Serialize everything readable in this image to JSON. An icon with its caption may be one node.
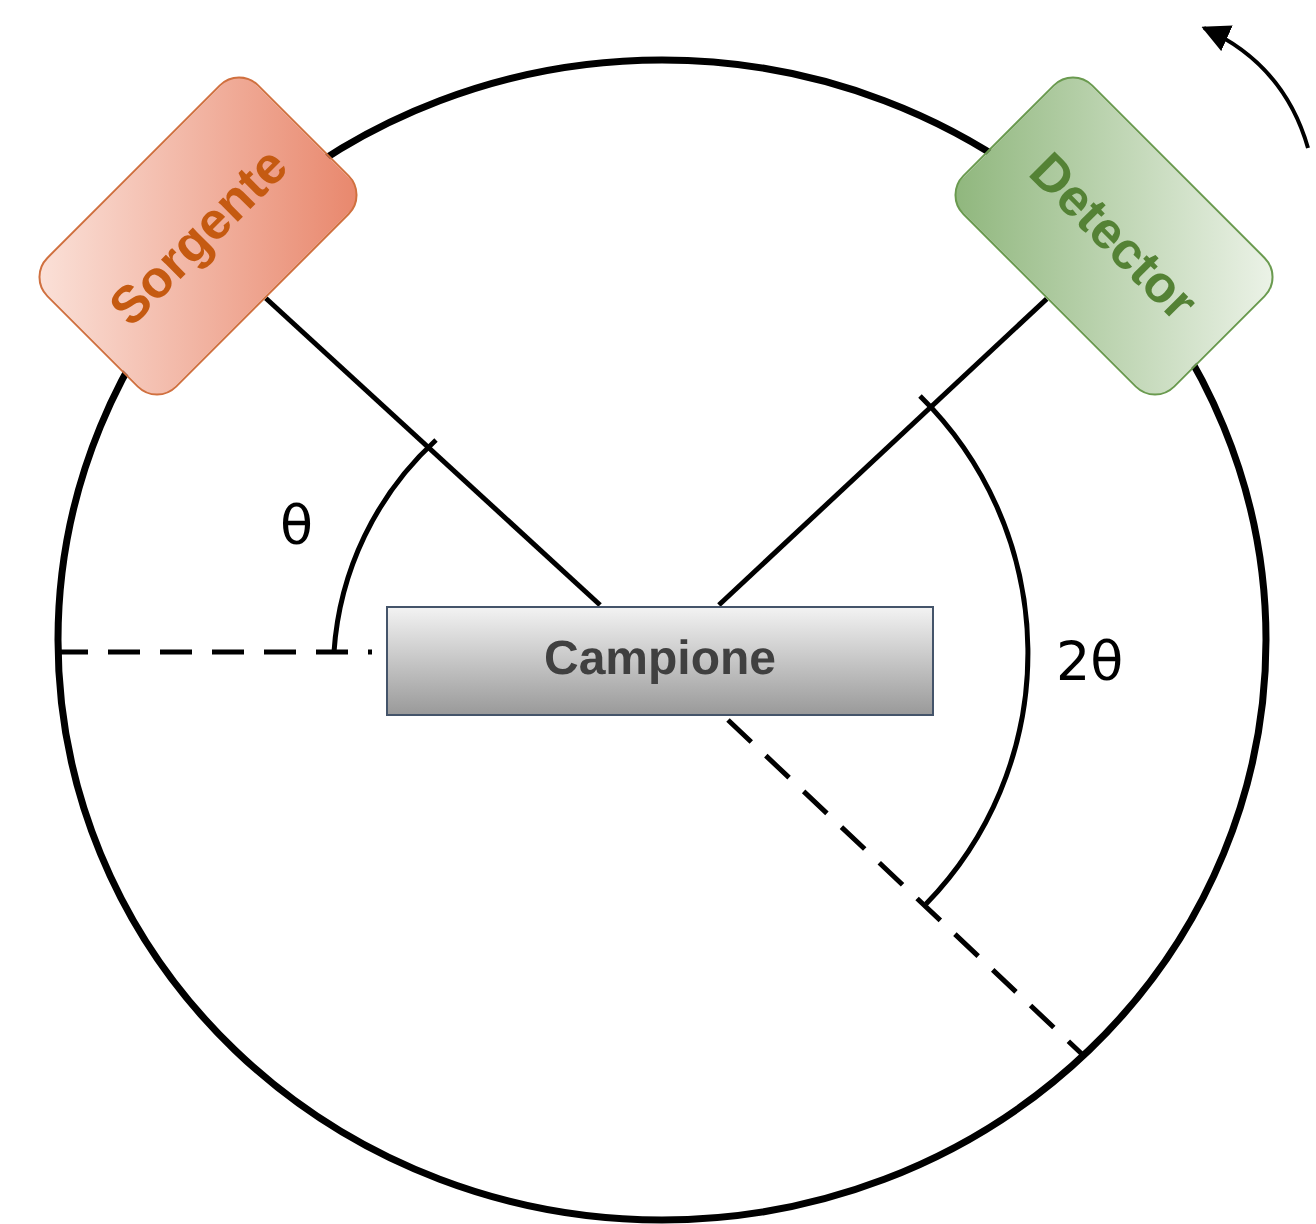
{
  "diagram": {
    "nodes": [
      {
        "text": [
          "Sorgente"
        ]
      },
      {
        "text": [
          "Detector"
        ]
      },
      {
        "text": [
          "Campione"
        ]
      }
    ],
    "edges": [
      {
        "from": 0,
        "to": 2,
        "arrow": "none"
      },
      {
        "from": 1,
        "to": 2,
        "arrow": "none"
      }
    ],
    "labels": [
      "θ",
      "2θ"
    ]
  }
}
